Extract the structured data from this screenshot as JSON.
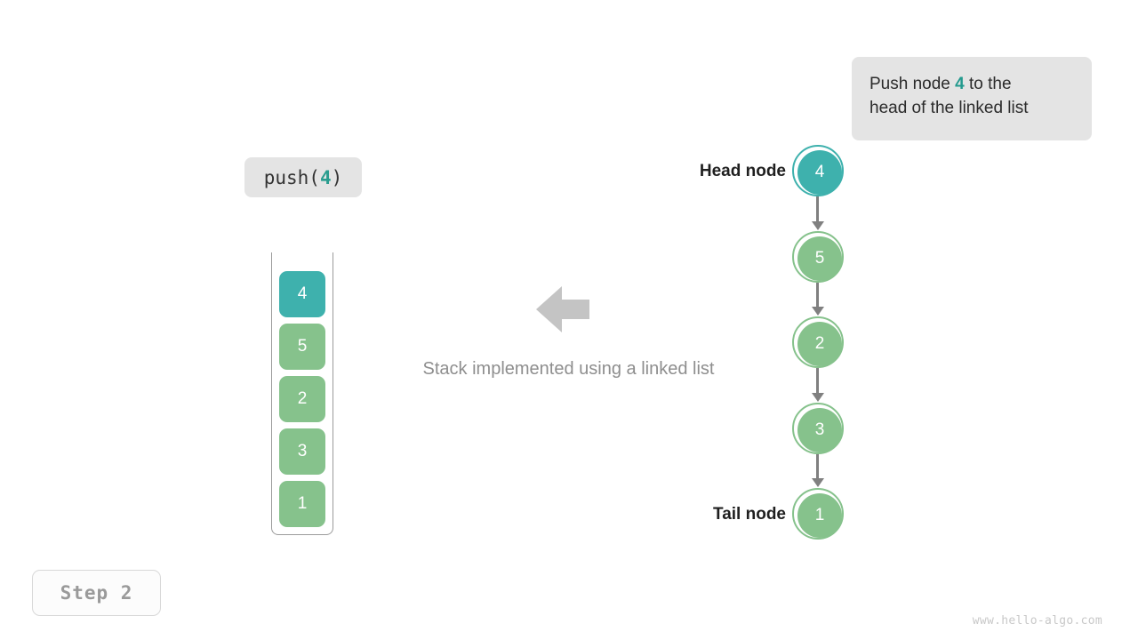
{
  "callout": {
    "prefix": "Push node ",
    "highlight": "4",
    "suffix": " to the",
    "line2": "head of the linked list",
    "bg_color": "#e4e4e4",
    "highlight_color": "#239a8e"
  },
  "operation": {
    "name": "push",
    "open_paren": "(",
    "argument": "4",
    "close_paren": ")",
    "arg_color": "#2a9d8f"
  },
  "stack": {
    "title": "",
    "cells": [
      {
        "value": "4",
        "color": "#3eb1ad",
        "highlighted": true
      },
      {
        "value": "5",
        "color": "#86c28c",
        "highlighted": false
      },
      {
        "value": "2",
        "color": "#86c28c",
        "highlighted": false
      },
      {
        "value": "3",
        "color": "#86c28c",
        "highlighted": false
      },
      {
        "value": "1",
        "color": "#86c28c",
        "highlighted": false
      }
    ]
  },
  "center": {
    "arrow_icon": "left-arrow-icon",
    "arrow_color": "#c4c4c4",
    "caption": "Stack implemented using a linked list",
    "caption_color": "#8e8e8e"
  },
  "linked_list": {
    "nodes": [
      {
        "value": "4",
        "color": "#3eb1ad",
        "ring_color": "#3eb1ad",
        "label": "Head node",
        "highlighted": true
      },
      {
        "value": "5",
        "color": "#86c28c",
        "ring_color": "#86c28c",
        "label": "",
        "highlighted": false
      },
      {
        "value": "2",
        "color": "#86c28c",
        "ring_color": "#86c28c",
        "label": "",
        "highlighted": false
      },
      {
        "value": "3",
        "color": "#86c28c",
        "ring_color": "#86c28c",
        "label": "",
        "highlighted": false
      },
      {
        "value": "1",
        "color": "#86c28c",
        "ring_color": "#86c28c",
        "label": "Tail node",
        "highlighted": false
      }
    ],
    "edge_color": "#808080"
  },
  "step": {
    "label": "Step  2"
  },
  "watermark": {
    "text": "www.hello-algo.com"
  }
}
